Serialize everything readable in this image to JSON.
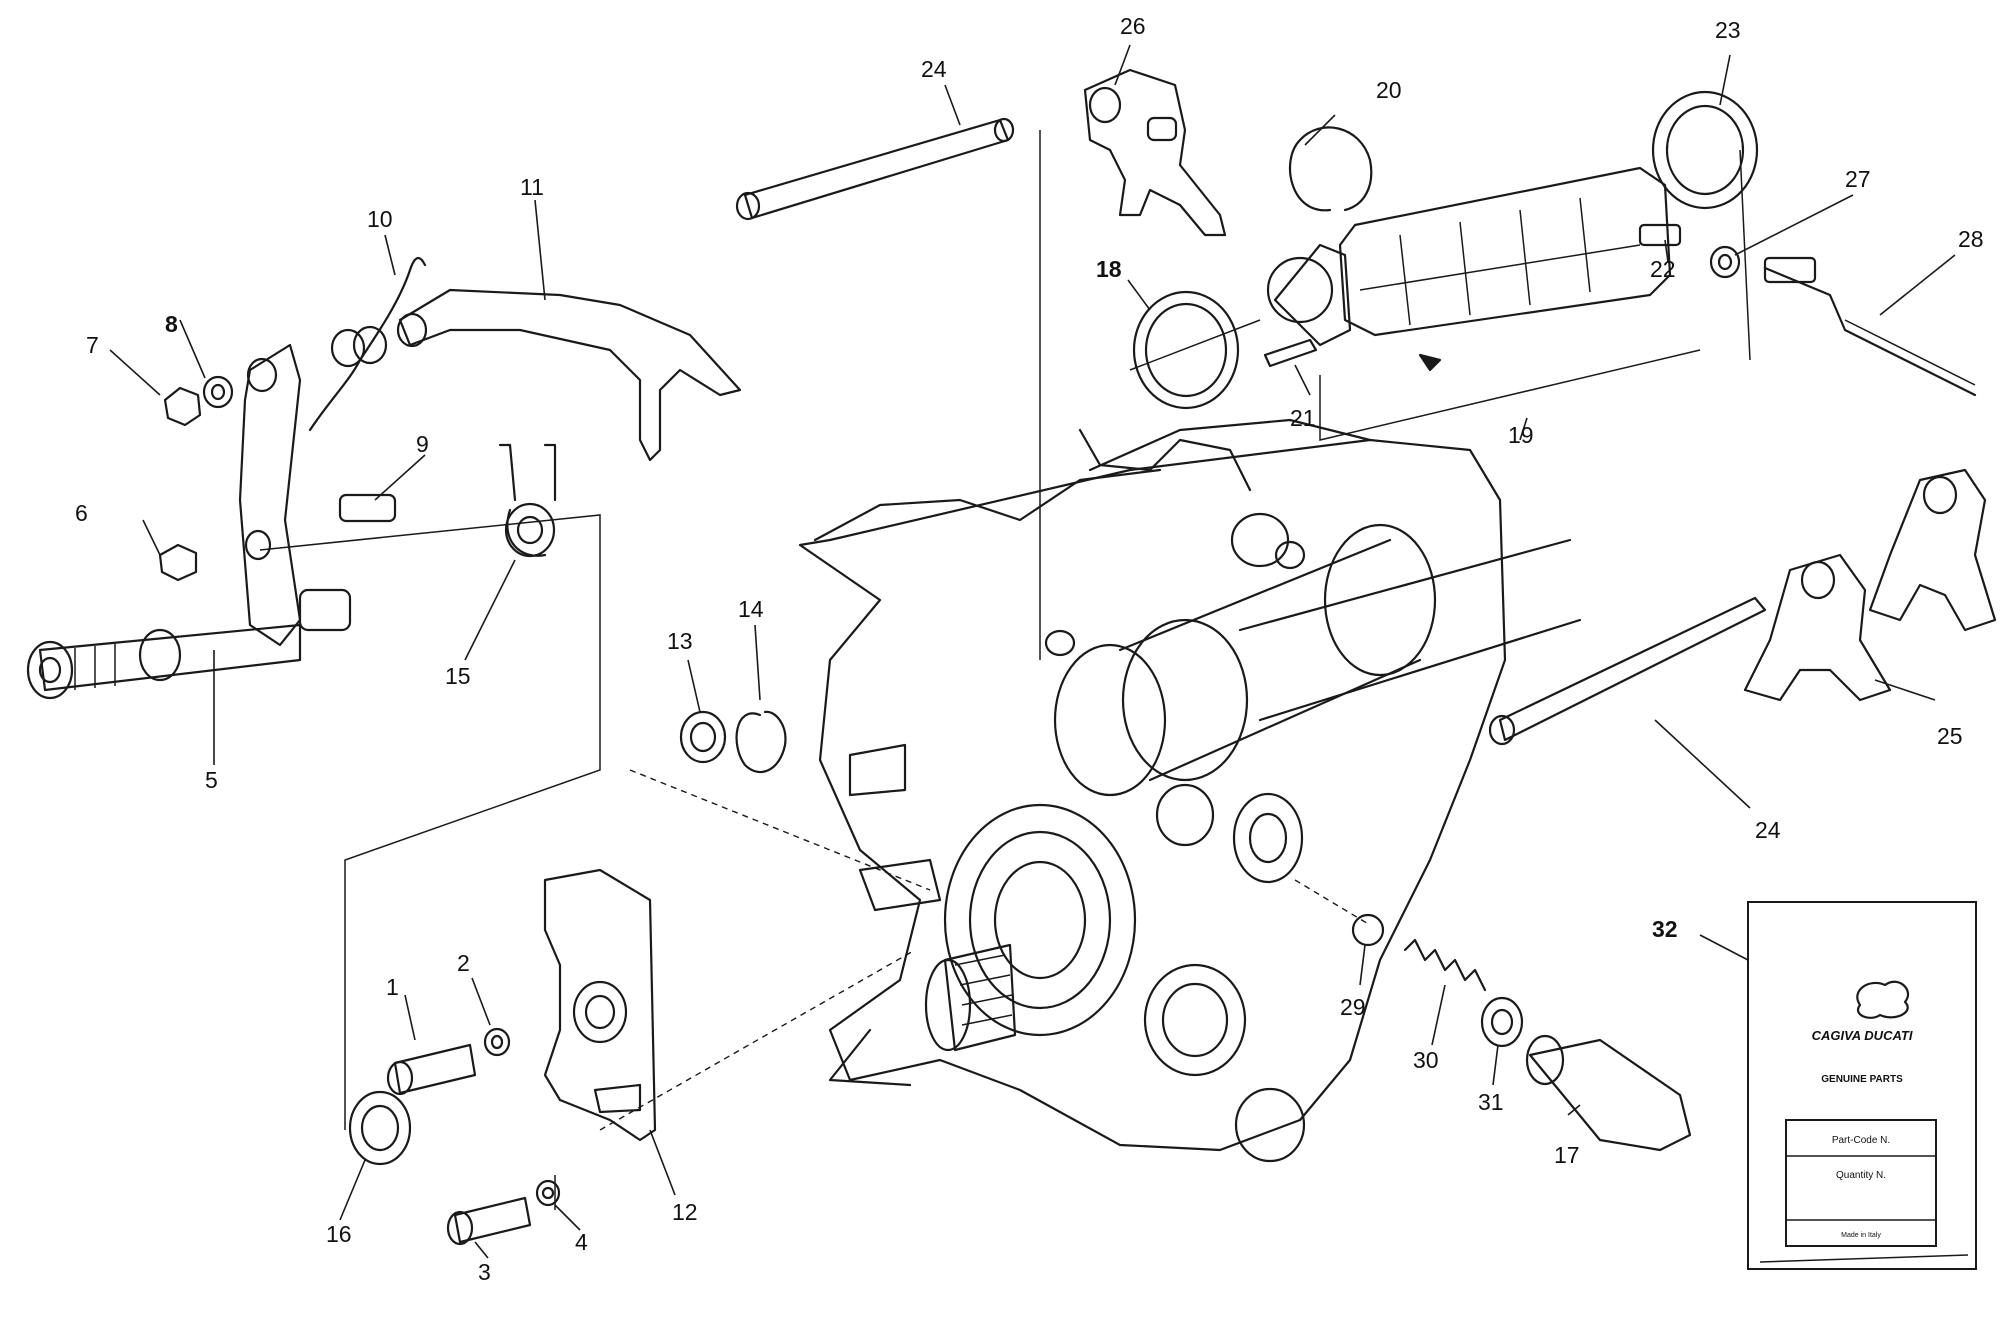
{
  "callouts": {
    "n1": "1",
    "n2": "2",
    "n3": "3",
    "n4": "4",
    "n5": "5",
    "n6": "6",
    "n7": "7",
    "n8": "8",
    "n9": "9",
    "n10": "10",
    "n11": "11",
    "n12": "12",
    "n13": "13",
    "n14": "14",
    "n15": "15",
    "n16": "16",
    "n17": "17",
    "n18": "18",
    "n19": "19",
    "n20": "20",
    "n21": "21",
    "n22": "22",
    "n23": "23",
    "n24a": "24",
    "n24b": "24",
    "n25": "25",
    "n26": "26",
    "n27": "27",
    "n28": "28",
    "n29": "29",
    "n30": "30",
    "n31": "31",
    "n32": "32"
  },
  "card": {
    "brand": "CAGIVA DUCATI",
    "subtitle": "GENUINE PARTS",
    "part_code": "Part-Code N.",
    "quantity": "Quantity N.",
    "made_in": "Made in Italy"
  },
  "colors": {
    "ink": "#1a1a1a",
    "paper": "#ffffff"
  }
}
